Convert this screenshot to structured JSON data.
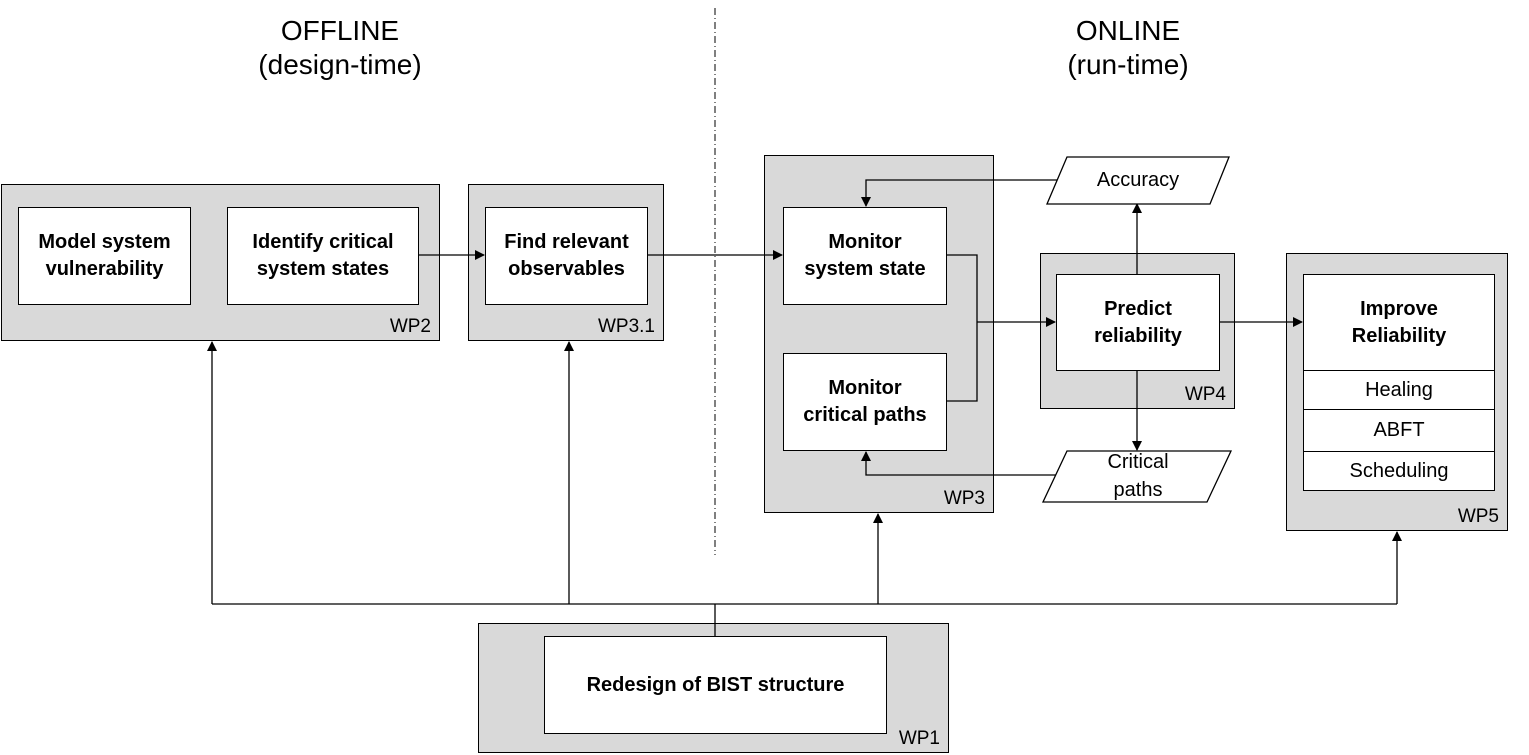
{
  "headings": {
    "offline": "OFFLINE\n(design-time)",
    "online": "ONLINE\n(run-time)"
  },
  "work_packages": {
    "wp1": "WP1",
    "wp2": "WP2",
    "wp3_1": "WP3.1",
    "wp3": "WP3",
    "wp4": "WP4",
    "wp5": "WP5"
  },
  "boxes": {
    "model_vulnerability": "Model system\nvulnerability",
    "identify_states": "Identify critical\nsystem states",
    "find_observables": "Find relevant\nobservables",
    "monitor_state": "Monitor\nsystem state",
    "monitor_paths": "Monitor\ncritical paths",
    "predict_reliability": "Predict\nreliability",
    "improve_reliability": "Improve\nReliability",
    "redesign_bist": "Redesign of BIST structure"
  },
  "improve_items": [
    "Healing",
    "ABFT",
    "Scheduling"
  ],
  "data_items": {
    "accuracy": "Accuracy",
    "critical_paths": "Critical\npaths"
  }
}
